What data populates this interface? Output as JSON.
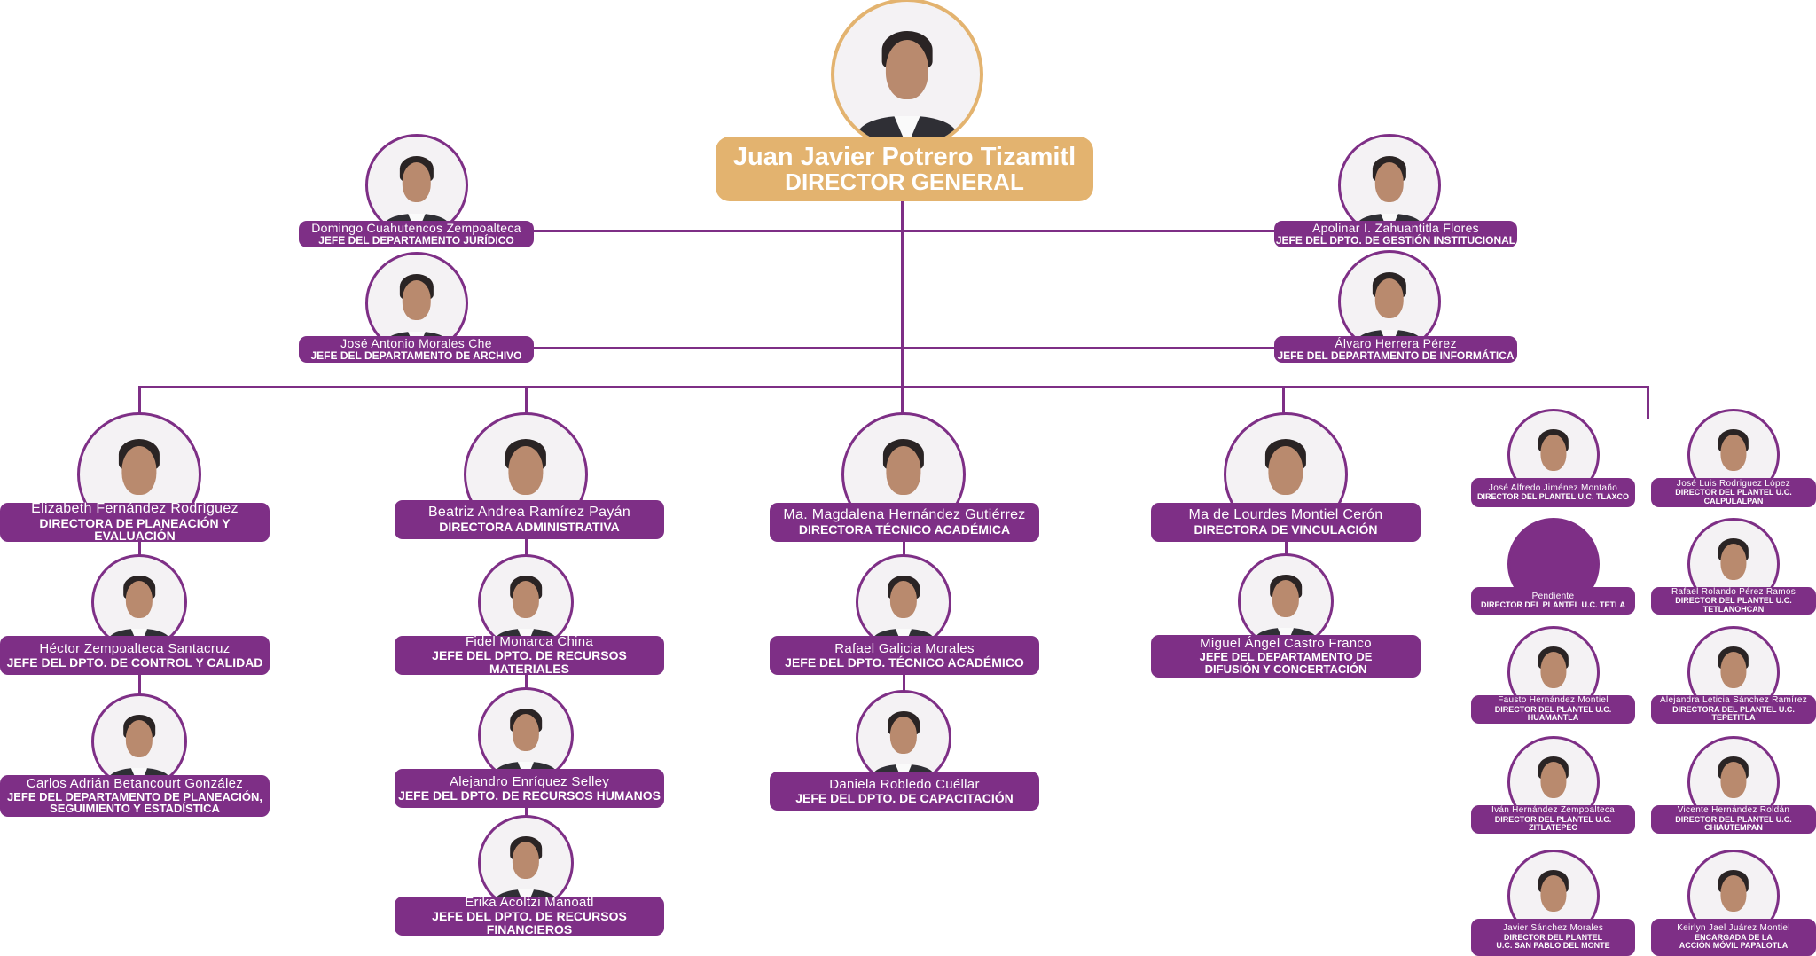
{
  "colors": {
    "purple": "#7e2f86",
    "gold": "#e3b36f"
  },
  "director_general": {
    "name": "Juan Javier Potrero Tizamitl",
    "title": "DIRECTOR GENERAL"
  },
  "staff": [
    {
      "name": "Domingo Cuahutencos Zempoalteca",
      "title": "JEFE DEL DEPARTAMENTO JURÍDICO"
    },
    {
      "name": "José Antonio Morales Che",
      "title": "JEFE DEL DEPARTAMENTO DE ARCHIVO"
    },
    {
      "name": "Apolinar I. Zahuantitla Flores",
      "title": "JEFE DEL DPTO. DE GESTIÓN INSTITUCIONAL"
    },
    {
      "name": "Álvaro Herrera Pérez",
      "title": "JEFE DEL DEPARTAMENTO DE INFORMÁTICA"
    }
  ],
  "directorates": [
    {
      "head": {
        "name": "Elizabeth Fernández Rodríguez",
        "title": "DIRECTORA DE PLANEACIÓN Y EVALUACIÓN"
      },
      "departments": [
        {
          "name": "Héctor Zempoalteca Santacruz",
          "title": "JEFE DEL DPTO. DE CONTROL Y CALIDAD"
        },
        {
          "name": "Carlos Adrián Betancourt González",
          "title": "JEFE DEL DEPARTAMENTO DE PLANEACIÓN,\nSEGUIMIENTO Y ESTADÍSTICA"
        }
      ]
    },
    {
      "head": {
        "name": "Beatriz Andrea Ramírez Payán",
        "title": "DIRECTORA ADMINISTRATIVA"
      },
      "departments": [
        {
          "name": "Fidel Monarca China",
          "title": "JEFE DEL DPTO. DE RECURSOS MATERIALES"
        },
        {
          "name": "Alejandro Enríquez Selley",
          "title": "JEFE DEL DPTO. DE RECURSOS HUMANOS"
        },
        {
          "name": "Erika Acoltzi Manoatl",
          "title": "JEFE DEL DPTO. DE RECURSOS FINANCIEROS"
        }
      ]
    },
    {
      "head": {
        "name": "Ma. Magdalena Hernández Gutiérrez",
        "title": "DIRECTORA TÉCNICO ACADÉMICA"
      },
      "departments": [
        {
          "name": "Rafael Galicia Morales",
          "title": "JEFE DEL DPTO. TÉCNICO ACADÉMICO"
        },
        {
          "name": "Daniela Robledo Cuéllar",
          "title": "JEFE DEL DPTO. DE CAPACITACIÓN"
        }
      ]
    },
    {
      "head": {
        "name": "Ma de Lourdes Montiel Cerón",
        "title": "DIRECTORA DE VINCULACIÓN"
      },
      "departments": [
        {
          "name": "Miguel Ángel Castro Franco",
          "title": "JEFE DEL DEPARTAMENTO DE\nDIFUSIÓN Y CONCERTACIÓN"
        }
      ]
    }
  ],
  "campuses": [
    {
      "name": "José Alfredo Jiménez Montaño",
      "title": "DIRECTOR DEL PLANTEL U.C. TLAXCO"
    },
    {
      "name": "José Luis Rodriguez López",
      "title": "DIRECTOR DEL PLANTEL U.C. CALPULALPAN"
    },
    {
      "name": "Pendiente",
      "title": "DIRECTOR DEL PLANTEL U.C. TETLA",
      "pending": true
    },
    {
      "name": "Rafael Rolando Pérez Ramos",
      "title": "DIRECTOR DEL PLANTEL U.C. TETLANOHCAN"
    },
    {
      "name": "Fausto Hernández Montiel",
      "title": "DIRECTOR DEL PLANTEL U.C. HUAMANTLA"
    },
    {
      "name": "Alejandra Leticia Sánchez Ramírez",
      "title": "DIRECTORA DEL PLANTEL U.C. TEPETITLA"
    },
    {
      "name": "Iván Hernández Zempoalteca",
      "title": "DIRECTOR DEL PLANTEL  U.C. ZITLATEPEC"
    },
    {
      "name": "Vicente Hernández Roldán",
      "title": "DIRECTOR DEL PLANTEL U.C. CHIAUTEMPAN"
    },
    {
      "name": "Javier Sánchez Morales",
      "title": "DIRECTOR DEL PLANTEL\nU.C. SAN PABLO DEL MONTE"
    },
    {
      "name": "Keirlyn Jael Juárez Montiel",
      "title": "ENCARGADA DE LA\nACCIÓN MÓVIL PAPALOTLA"
    }
  ]
}
